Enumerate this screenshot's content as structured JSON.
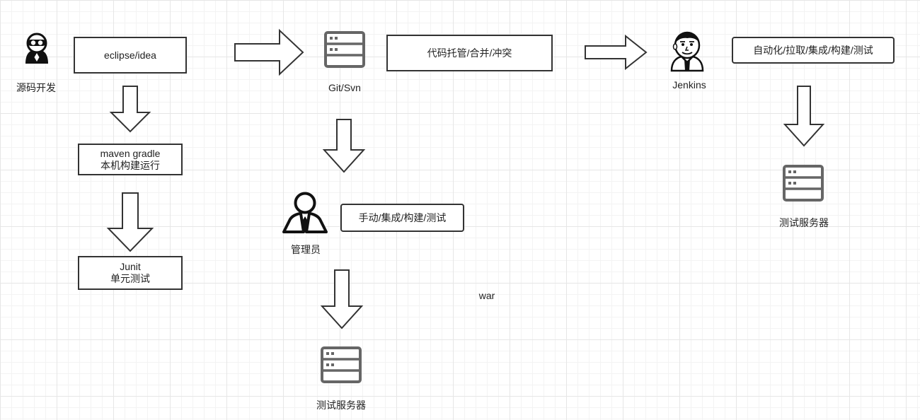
{
  "nodes": {
    "developer": {
      "label": "源码开发",
      "icon": "developer-icon"
    },
    "ide": {
      "label": "eclipse/idea"
    },
    "build": {
      "line1": "maven gradle",
      "line2": "本机构建运行"
    },
    "unittest": {
      "line1": "Junit",
      "line2": "单元测试"
    },
    "git": {
      "label": "Git/Svn",
      "icon": "server-icon"
    },
    "hosting": {
      "label": "代码托管/合并/冲突"
    },
    "jenkins": {
      "label": "Jenkins",
      "icon": "jenkins-icon"
    },
    "auto": {
      "label": "自动化/拉取/集成/构建/测试"
    },
    "test_server_right": {
      "label": "测试服务器",
      "icon": "server-icon"
    },
    "admin": {
      "label": "管理员",
      "icon": "admin-icon"
    },
    "manual": {
      "label": "手动/集成/构建/测试"
    },
    "war": {
      "label": "war"
    },
    "test_server_bottom": {
      "label": "测试服务器",
      "icon": "server-icon"
    }
  },
  "colors": {
    "stroke": "#333333",
    "icon": "#666666",
    "grid": "#e6e6e6"
  }
}
